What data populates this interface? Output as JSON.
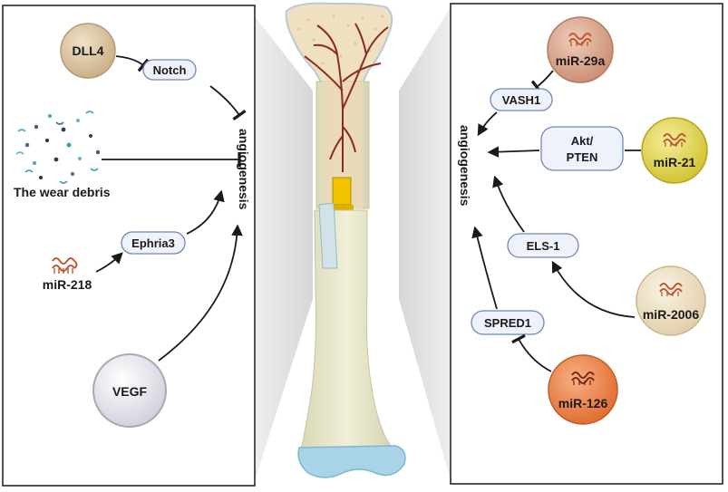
{
  "left_panel": {
    "target_label": "angiogenesis",
    "dll4": "DLL4",
    "notch": "Notch",
    "wear_debris": "The wear debris",
    "ephria3": "Ephria3",
    "mir218": "miR-218",
    "vegf": "VEGF"
  },
  "right_panel": {
    "target_label": "angiogenesis",
    "mir29a": "miR-29a",
    "vash1": "VASH1",
    "akt_line1": "Akt/",
    "akt_line2": "PTEN",
    "mir21": "miR-21",
    "els1": "ELS-1",
    "mir2006": "miR-2006",
    "spred1": "SPRED1",
    "mir126": "miR-126"
  },
  "colors": {
    "dll4_circle": "#d8c3a0",
    "vegf_circle": "#e6e6ee",
    "mir29a_circle": "#d9a48a",
    "mir21_circle": "#e2d64a",
    "mir2006_circle": "#eee0c2",
    "mir126_circle": "#f0894a",
    "mirna_icon": "#c0552e",
    "pill_fill": "#eef3fb",
    "pill_stroke": "#6f88b4"
  },
  "icons": {
    "mirna": "mirna-hairpin-icon",
    "debris": "wear-debris-particles-icon",
    "bone": "femur-bone-illustration"
  }
}
